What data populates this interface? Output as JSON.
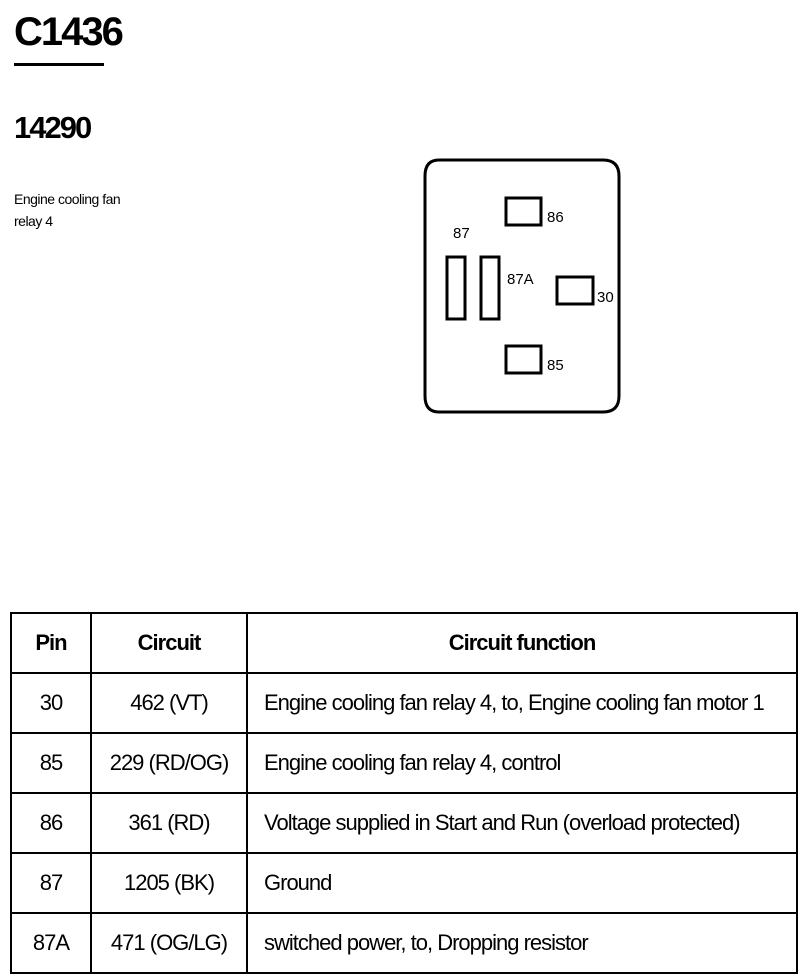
{
  "connector": {
    "id": "C1436",
    "part_number": "14290",
    "description_lines": [
      "Engine cooling fan",
      "relay 4"
    ]
  },
  "relay": {
    "pin_labels": {
      "p87": "87",
      "p86": "86",
      "p87a": "87A",
      "p30": "30",
      "p85": "85"
    }
  },
  "table": {
    "headers": [
      "Pin",
      "Circuit",
      "Circuit function"
    ],
    "rows": [
      {
        "pin": "30",
        "circuit": "462 (VT)",
        "function": "Engine cooling fan relay 4, to, Engine cooling fan motor 1"
      },
      {
        "pin": "85",
        "circuit": "229 (RD/OG)",
        "function": "Engine cooling fan relay 4, control"
      },
      {
        "pin": "86",
        "circuit": "361 (RD)",
        "function": "Voltage supplied in Start and Run (overload protected)"
      },
      {
        "pin": "87",
        "circuit": "1205 (BK)",
        "function": "Ground"
      },
      {
        "pin": "87A",
        "circuit": "471 (OG/LG)",
        "function": "switched power, to, Dropping resistor"
      }
    ]
  }
}
